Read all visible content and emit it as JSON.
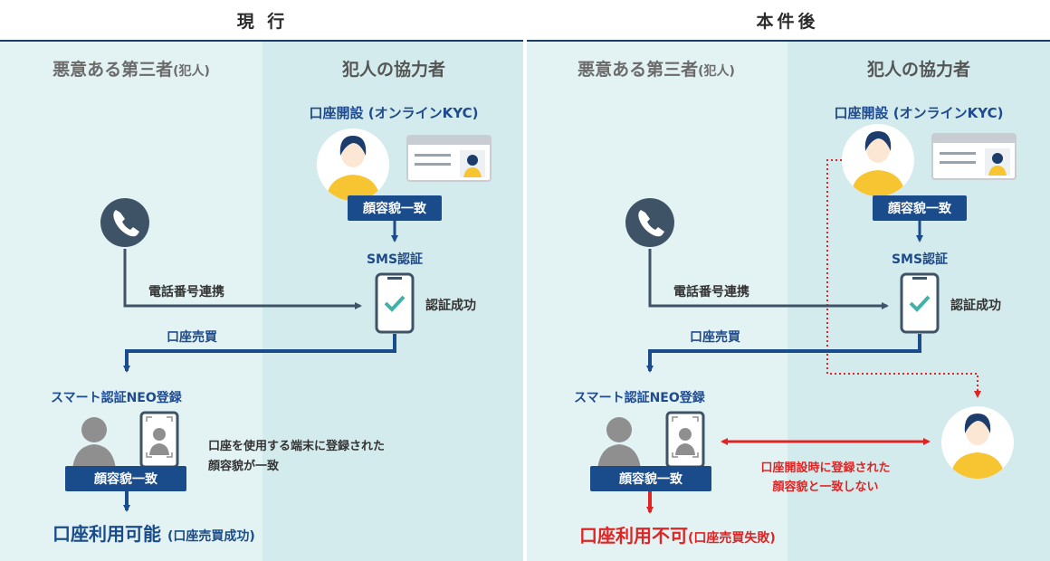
{
  "colors": {
    "bg_left_panel": "#e3f2f3",
    "bg_right_panel": "#d3ebec",
    "navy": "#1a4c8b",
    "arrow_gray": "#3f5366",
    "red": "#e02424",
    "check": "#3fb3a8",
    "person_skin": "#ffffff",
    "person_shirt": "#f7c531",
    "person_hair": "#1c3d6c",
    "gray_person": "#8f8f8f"
  },
  "headers": {
    "current": "現 行",
    "after": "本件後"
  },
  "columns": {
    "criminal": "悪意ある第三者",
    "criminal_sub": "(犯人)",
    "accomplice": "犯人の協力者"
  },
  "current": {
    "account_open": "口座開設 (オンラインKYC)",
    "face_match_top": "顔容貌一致",
    "sms_auth": "SMS認証",
    "auth_success": "認証成功",
    "phone_link": "電話番号連携",
    "account_trade": "口座売買",
    "smart_auth": "スマート認証NEO登録",
    "face_match_bottom": "顔容貌一致",
    "note_line1": "口座を使用する端末に登録された",
    "note_line2": "顔容貌が一致",
    "result_main": "口座利用可能",
    "result_sub": "(口座売買成功)"
  },
  "after": {
    "account_open": "口座開設 (オンラインKYC)",
    "face_match_top": "顔容貌一致",
    "sms_auth": "SMS認証",
    "auth_success": "認証成功",
    "phone_link": "電話番号連携",
    "account_trade": "口座売買",
    "smart_auth": "スマート認証NEO登録",
    "face_match_bottom": "顔容貌一致",
    "mismatch_line1": "口座開設時に登録された",
    "mismatch_line2": "顔容貌と一致しない",
    "result_main": "口座利用不可",
    "result_sub": "(口座売買失敗)"
  }
}
